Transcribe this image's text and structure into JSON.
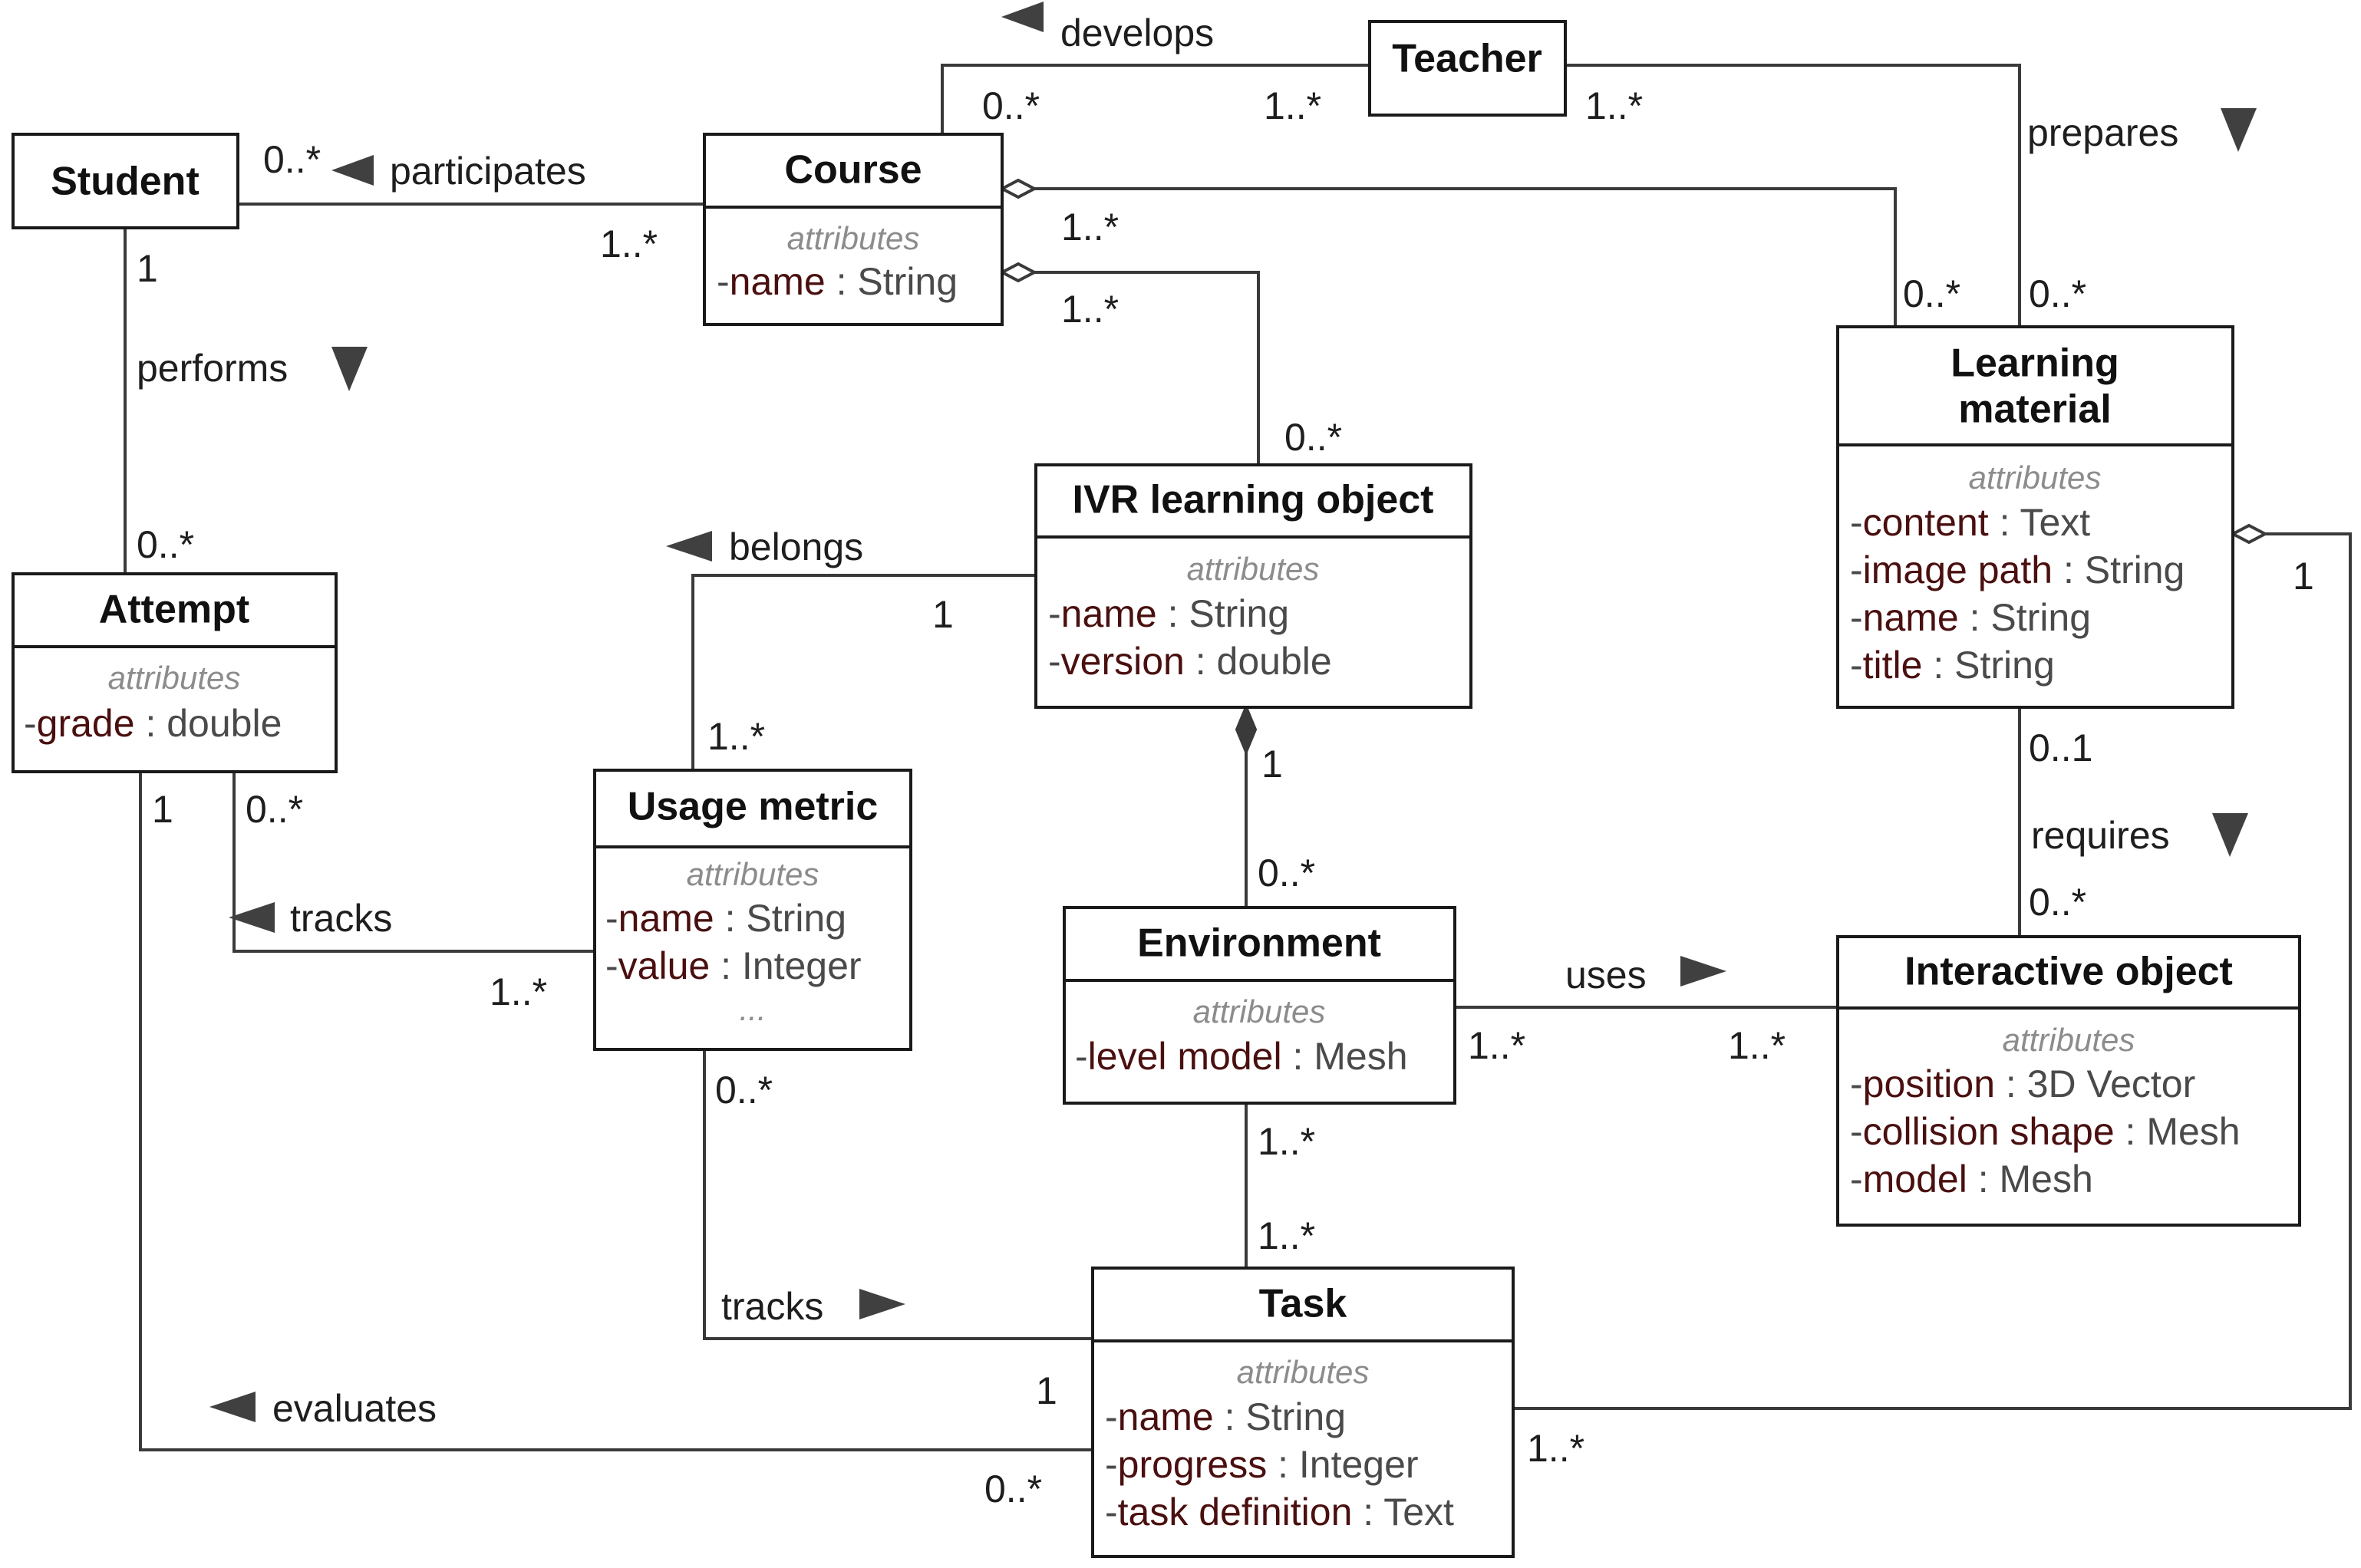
{
  "attributes_header": "attributes",
  "classes": {
    "student": {
      "name": "Student"
    },
    "teacher": {
      "name": "Teacher"
    },
    "course": {
      "name": "Course",
      "attributes": [
        {
          "name": "name",
          "type": "String"
        }
      ]
    },
    "learning_material": {
      "name_line1": "Learning",
      "name_line2": "material",
      "attributes": [
        {
          "name": "content",
          "type": "Text"
        },
        {
          "name": "image path",
          "type": "String"
        },
        {
          "name": "name",
          "type": "String"
        },
        {
          "name": "title",
          "type": "String"
        }
      ]
    },
    "ivr_learning_object": {
      "name": "IVR learning object",
      "attributes": [
        {
          "name": "name",
          "type": "String"
        },
        {
          "name": "version",
          "type": "double"
        }
      ]
    },
    "attempt": {
      "name": "Attempt",
      "attributes": [
        {
          "name": "grade",
          "type": "double"
        }
      ]
    },
    "usage_metric": {
      "name": "Usage metric",
      "attributes": [
        {
          "name": "name",
          "type": "String"
        },
        {
          "name": "value",
          "type": "Integer"
        }
      ],
      "more": "..."
    },
    "environment": {
      "name": "Environment",
      "attributes": [
        {
          "name": "level model",
          "type": "Mesh"
        }
      ]
    },
    "interactive_object": {
      "name": "Interactive object",
      "attributes": [
        {
          "name": "position",
          "type": "3D Vector"
        },
        {
          "name": "collision shape",
          "type": "Mesh"
        },
        {
          "name": "model",
          "type": "Mesh"
        }
      ]
    },
    "task": {
      "name": "Task",
      "attributes": [
        {
          "name": "name",
          "type": "String"
        },
        {
          "name": "progress",
          "type": "Integer"
        },
        {
          "name": "task definition",
          "type": "Text"
        }
      ]
    }
  },
  "associations": {
    "develops": {
      "label": "develops",
      "arrow": "left",
      "mult_a": "0..*",
      "mult_b": "1..*"
    },
    "participates": {
      "label": "participates",
      "arrow": "left",
      "mult_a": "0..*",
      "mult_b": "1..*"
    },
    "prepares": {
      "label": "prepares",
      "arrow": "down",
      "mult_a": "1..*",
      "mult_b": "0..*"
    },
    "course_material": {
      "mult_a": "1..*",
      "mult_b": "0..*"
    },
    "course_ivr": {
      "mult_a": "1..*",
      "mult_b": "0..*"
    },
    "performs": {
      "label": "performs",
      "arrow": "down",
      "mult_a": "1",
      "mult_b": "0..*"
    },
    "belongs": {
      "label": "belongs",
      "arrow": "left",
      "mult_a": "1",
      "mult_b": "1..*"
    },
    "ivr_env": {
      "mult_a": "1",
      "mult_b": "0..*"
    },
    "tracks_attempt": {
      "label": "tracks",
      "arrow": "left",
      "mult_a": "0..*",
      "mult_b": "1..*"
    },
    "uses": {
      "label": "uses",
      "arrow": "right",
      "mult_a": "1..*",
      "mult_b": "1..*"
    },
    "requires": {
      "label": "requires",
      "arrow": "down",
      "mult_a": "0..1",
      "mult_b": "0..*"
    },
    "env_task": {
      "mult_a": "1..*",
      "mult_b": "1..*"
    },
    "tracks_task": {
      "label": "tracks",
      "arrow": "right",
      "mult_a": "0..*",
      "mult_b": "1"
    },
    "evaluates": {
      "label": "evaluates",
      "arrow": "left",
      "mult_a": "1",
      "mult_b": "0..*"
    },
    "material_task": {
      "mult_a": "1",
      "mult_b": "1..*"
    }
  }
}
